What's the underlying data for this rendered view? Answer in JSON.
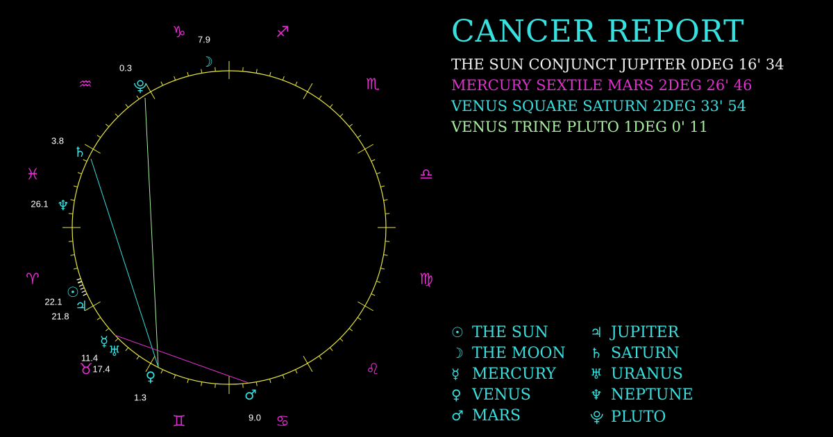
{
  "title": "CANCER REPORT",
  "aspects": [
    {
      "text": "THE SUN CONJUNCT JUPITER 0DEG 16' 34",
      "color": "#f2f2f2"
    },
    {
      "text": "MERCURY SEXTILE MARS 2DEG 26' 46",
      "color": "#e030d0"
    },
    {
      "text": "VENUS SQUARE SATURN 2DEG 33' 54",
      "color": "#38e0e0"
    },
    {
      "text": "VENUS TRINE PLUTO 1DEG 0' 11",
      "color": "#a8f0a0"
    }
  ],
  "legend": [
    {
      "glyph": "☉",
      "label": "THE SUN",
      "icon": "sun-icon"
    },
    {
      "glyph": "☽",
      "label": "THE MOON",
      "icon": "moon-icon"
    },
    {
      "glyph": "☿",
      "label": "MERCURY",
      "icon": "mercury-icon"
    },
    {
      "glyph": "♀",
      "label": "VENUS",
      "icon": "venus-icon"
    },
    {
      "glyph": "♂",
      "label": "MARS",
      "icon": "mars-icon"
    },
    {
      "glyph": "♃",
      "label": "JUPITER",
      "icon": "jupiter-icon"
    },
    {
      "glyph": "♄",
      "label": "SATURN",
      "icon": "saturn-icon"
    },
    {
      "glyph": "♅",
      "label": "URANUS",
      "icon": "uranus-icon"
    },
    {
      "glyph": "♆",
      "label": "NEPTUNE",
      "icon": "neptune-icon"
    },
    {
      "glyph": "⯓",
      "label": "PLUTO",
      "icon": "pluto-icon"
    }
  ],
  "zodiac": [
    {
      "glyph": "♑",
      "sign": "capricorn"
    },
    {
      "glyph": "♐",
      "sign": "sagittarius"
    },
    {
      "glyph": "♏",
      "sign": "scorpio"
    },
    {
      "glyph": "♎",
      "sign": "libra"
    },
    {
      "glyph": "♍",
      "sign": "virgo"
    },
    {
      "glyph": "♌",
      "sign": "leo"
    },
    {
      "glyph": "♋",
      "sign": "cancer"
    },
    {
      "glyph": "♊",
      "sign": "gemini"
    },
    {
      "glyph": "♉",
      "sign": "taurus"
    },
    {
      "glyph": "♈",
      "sign": "aries"
    },
    {
      "glyph": "♓",
      "sign": "pisces"
    },
    {
      "glyph": "♒",
      "sign": "aquarius"
    }
  ],
  "planets": [
    {
      "name": "moon",
      "glyph": "☽",
      "degree": "7.9"
    },
    {
      "name": "pluto",
      "glyph": "⯓",
      "degree": "0.3"
    },
    {
      "name": "saturn",
      "glyph": "♄",
      "degree": "3.8"
    },
    {
      "name": "neptune",
      "glyph": "♆",
      "degree": "26.1"
    },
    {
      "name": "sun",
      "glyph": "☉",
      "degree": "22.1"
    },
    {
      "name": "jupiter",
      "glyph": "♃",
      "degree": "21.8"
    },
    {
      "name": "mercury",
      "glyph": "☿",
      "degree": "11.4"
    },
    {
      "name": "uranus",
      "glyph": "♅",
      "degree": "17.4"
    },
    {
      "name": "venus",
      "glyph": "♀",
      "degree": "1.3"
    },
    {
      "name": "mars",
      "glyph": "♂",
      "degree": "9.0"
    }
  ],
  "colors": {
    "background": "#000000",
    "accent": "#38e0e0",
    "magenta": "#e030d0",
    "wheel": "#e8e840",
    "trine": "#a8f0a0"
  }
}
